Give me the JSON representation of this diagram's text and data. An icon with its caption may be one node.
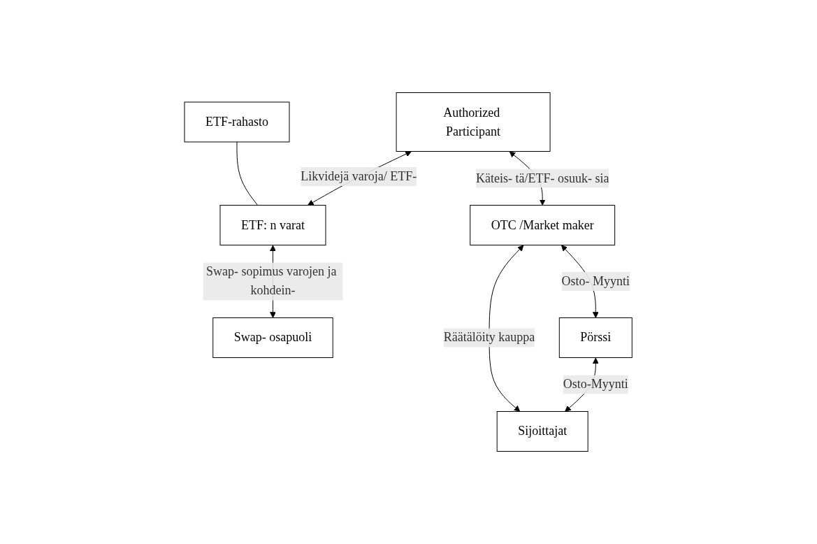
{
  "diagram": {
    "nodes": [
      {
        "text": [
          "Authorized Participant"
        ]
      },
      {
        "text": [
          "ETF-rahasto"
        ]
      },
      {
        "text": [
          "ETF: n varat"
        ]
      },
      {
        "text": [
          "Swap- osapuoli"
        ]
      },
      {
        "text": [
          "OTC /Market maker"
        ]
      },
      {
        "text": [
          "Pörssi"
        ]
      },
      {
        "text": [
          "Sijoittajat"
        ]
      }
    ],
    "edges": [
      {
        "from": 0,
        "to": 2,
        "arrow": "both",
        "label": "Likvidejä varoja/ ETF-"
      },
      {
        "from": 1,
        "to": 2,
        "arrow": "none"
      },
      {
        "from": 2,
        "to": 3,
        "arrow": "both",
        "label": "Swap- sopimus varojen ja kohdein-"
      },
      {
        "from": 0,
        "to": 4,
        "arrow": "both",
        "label": "Käteis- tä/ETF- osuuk- sia"
      },
      {
        "from": 4,
        "to": 5,
        "arrow": "both",
        "label": "Osto- Myynti"
      },
      {
        "from": 5,
        "to": 6,
        "arrow": "both",
        "label": "Osto-Myynti"
      },
      {
        "from": 4,
        "to": 6,
        "arrow": "both",
        "label": "Räätälöity kauppa"
      }
    ]
  }
}
